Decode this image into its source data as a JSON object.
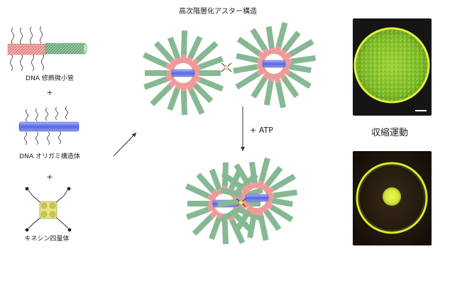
{
  "title": "高次階層化アスター構造",
  "components": {
    "microtubule_label": "DNA 修飾微小管",
    "plus_1": "+",
    "origami_label": "DNA オリガミ構造体",
    "plus_2": "+",
    "kinesin_label": "キネシン四量体"
  },
  "reaction_label": "+ ATP",
  "contraction_label": "収縮運動",
  "colors": {
    "microtubule_green": "#86b894",
    "microtubule_pink": "#ef9a9a",
    "origami_blue": "#6f7fe8",
    "kinesin_yellow": "#e8e483",
    "micro_bg": "#151515",
    "micro_ring": "#d6e92a",
    "micro_fill": "#8ec72e"
  }
}
